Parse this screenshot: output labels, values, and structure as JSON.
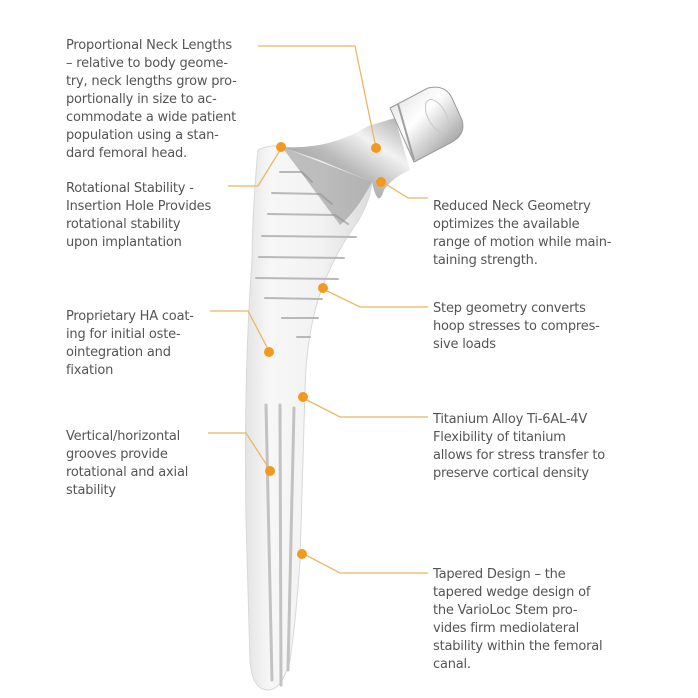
{
  "diagram": {
    "subject": "VarioLoc femoral hip stem",
    "accent_color": "#f39a1e",
    "leader_color": "#e8b866",
    "callouts": [
      {
        "id": "neck-lengths",
        "side": "left",
        "text": "Proportional Neck Lengths\n– relative to body geome-\ntry, neck lengths grow pro-\nportionally in size to ac-\ncommodate a wide patient\npopulation using a stan-\ndard femoral head."
      },
      {
        "id": "rotational-stability",
        "side": "left",
        "text": "Rotational Stability -\nInsertion Hole Provides\nrotational stability\nupon implantation"
      },
      {
        "id": "ha-coating",
        "side": "left",
        "text": "Proprietary HA coat-\ning for initial oste-\nointegration and\nfixation"
      },
      {
        "id": "grooves",
        "side": "left",
        "text": "Vertical/horizontal\ngrooves provide\nrotational and axial\nstability"
      },
      {
        "id": "reduced-neck",
        "side": "right",
        "text": "Reduced Neck Geometry\noptimizes the available\nrange of motion while main-\ntaining strength."
      },
      {
        "id": "step-geometry",
        "side": "right",
        "text": "Step geometry converts\nhoop stresses to compres-\nsive loads"
      },
      {
        "id": "titanium-alloy",
        "side": "right",
        "text": "Titanium Alloy Ti-6AL-4V\nFlexibility of titanium\nallows for stress transfer to\npreserve cortical density"
      },
      {
        "id": "tapered-design",
        "side": "right",
        "text": "Tapered Design – the\ntapered wedge design of\nthe VarioLoc Stem pro-\nvides firm mediolateral\nstability within the femoral\ncanal."
      }
    ]
  }
}
